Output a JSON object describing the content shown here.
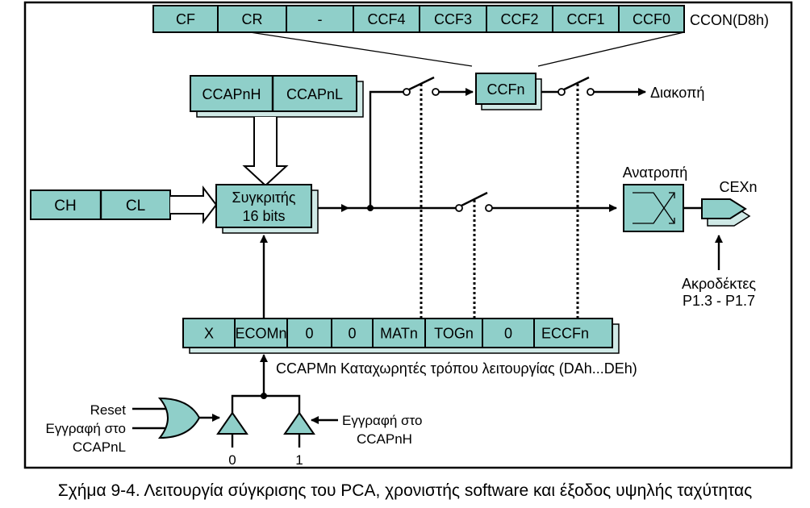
{
  "ccon": {
    "label": "CCON(D8h)",
    "bits": [
      "CF",
      "CR",
      "-",
      "CCF4",
      "CCF3",
      "CCF2",
      "CCF1",
      "CCF0"
    ]
  },
  "ccapn": {
    "high": "CCAPnH",
    "low": "CCAPnL"
  },
  "counter": {
    "high": "CH",
    "low": "CL"
  },
  "comparator": {
    "line1": "Συγκριτής",
    "line2": "16 bits"
  },
  "ccfn": "CCFn",
  "interrupt_label": "Διακοπή",
  "toggle_label": "Ανατροπή",
  "cexn_label": "CEXn",
  "pins": {
    "line1": "Ακροδέκτες",
    "line2": "P1.3 - P1.7"
  },
  "ccapm": {
    "bits": [
      "X",
      "ECOMn",
      "0",
      "0",
      "MATn",
      "TOGn",
      "0",
      "ECCFn"
    ],
    "label": "CCAPMn Καταχωρητές τρόπου λειτουργίας (DAh...DEh)"
  },
  "reset_label": "Reset",
  "write_ccapnl": {
    "line1": "Εγγραφή στο",
    "line2": "CCAPnL"
  },
  "write_ccapnh": {
    "line1": "Εγγραφή στο",
    "line2": "CCAPnH"
  },
  "buffer_values": [
    "0",
    "1"
  ],
  "caption": "Σχήμα 9-4. Λειτουργία σύγκρισης του PCA, χρονιστής software και έξοδος υψηλής ταχύτητας",
  "colors": {
    "register_fill": "#8fcfc9",
    "shadow_fill": "#cfe9e6",
    "line": "#000000"
  }
}
